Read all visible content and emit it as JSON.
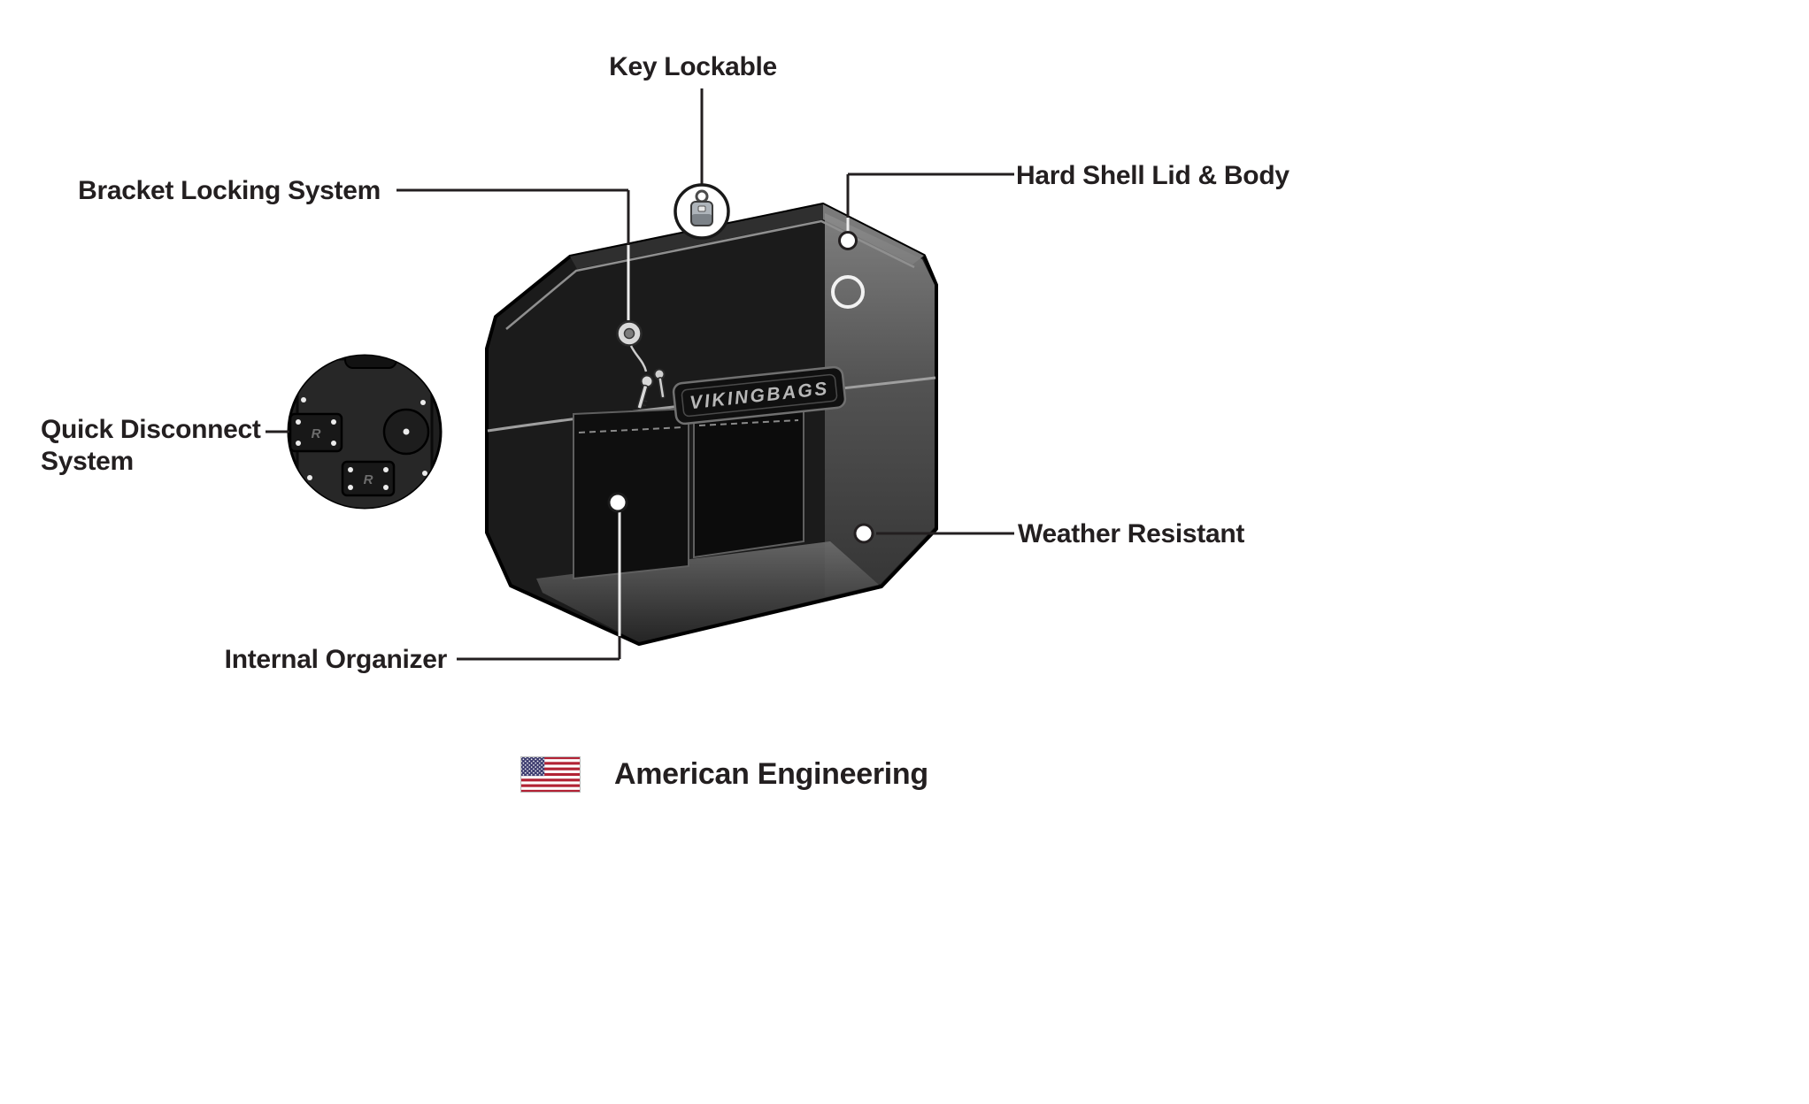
{
  "page": {
    "background": "#ffffff"
  },
  "callouts": {
    "key_lockable": "Key Lockable",
    "bracket_locking_system": "Bracket Locking System",
    "hard_shell_lid_body": "Hard Shell Lid & Body",
    "quick_disconnect_line1": "Quick Disconnect",
    "quick_disconnect_line2": "System",
    "weather_resistant": "Weather Resistant",
    "internal_organizer": "Internal Organizer"
  },
  "product": {
    "badge_text": "VIKINGBAGS"
  },
  "footer": {
    "flag_icon": "us-flag-icon",
    "text": "American Engineering"
  },
  "colors": {
    "label_text": "#231f20",
    "callout_line": "#231f20",
    "bag_black": "#1b1b1b",
    "flag_red": "#b22234",
    "flag_blue": "#3c3b6e"
  }
}
